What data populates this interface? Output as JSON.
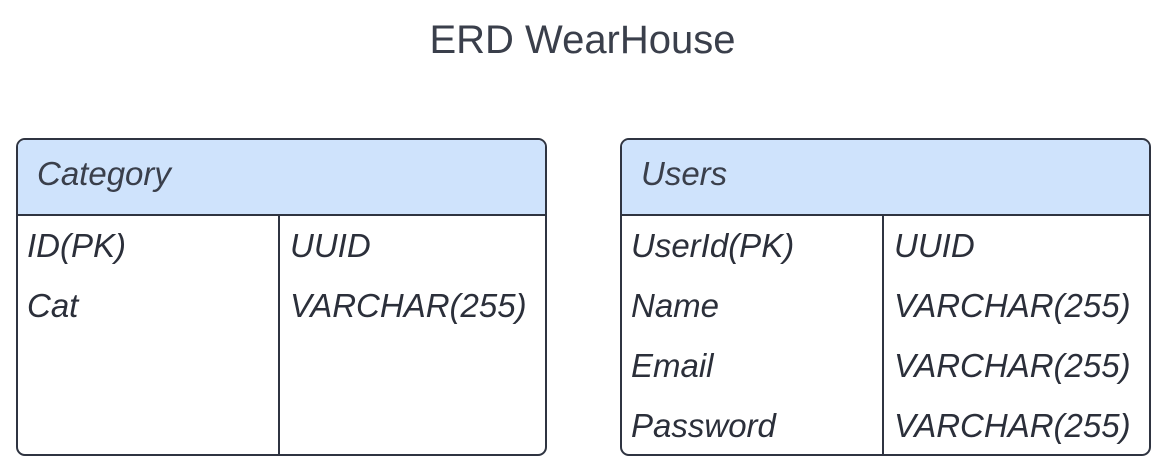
{
  "title": "ERD WearHouse",
  "entities": [
    {
      "name": "Category",
      "fields": [
        {
          "name": "ID(PK)",
          "type": "UUID"
        },
        {
          "name": "Cat",
          "type": "VARCHAR(255)"
        }
      ]
    },
    {
      "name": "Users",
      "fields": [
        {
          "name": "UserId(PK)",
          "type": "UUID"
        },
        {
          "name": "Name",
          "type": "VARCHAR(255)"
        },
        {
          "name": "Email",
          "type": "VARCHAR(255)"
        },
        {
          "name": "Password",
          "type": "VARCHAR(255)"
        }
      ]
    }
  ],
  "colors": {
    "header_fill": "#cfe3fc",
    "border": "#2f3441",
    "text": "#2b2f3a"
  }
}
